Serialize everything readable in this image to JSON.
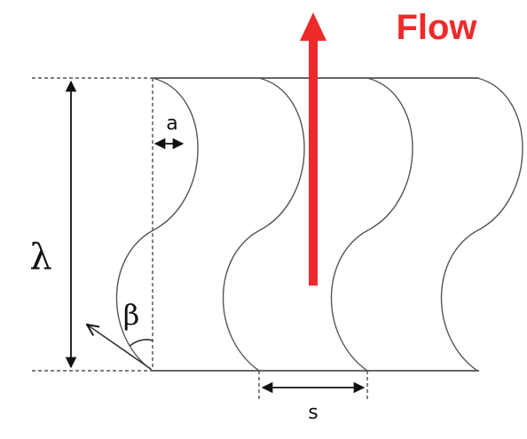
{
  "labels": {
    "flow": "Flow",
    "wavelength": "λ",
    "amplitude": "a",
    "angle": "β",
    "spacing": "s"
  },
  "colors": {
    "flow_arrow": "#ee2a2a",
    "lines": "#333333",
    "wave_lines": "#555555"
  }
}
